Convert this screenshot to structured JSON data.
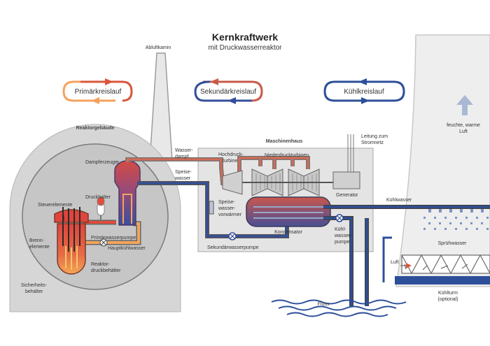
{
  "title": "Kernkraftwerk",
  "subtitle": "mit Druckwasserreaktor",
  "legend": {
    "primary": "Primärkreislauf",
    "secondary": "Sekundärkreislauf",
    "cooling": "Kühlkreislauf"
  },
  "labels": {
    "exhaust_stack": "Abluftkamin",
    "reactor_building": "Reaktorgebäude",
    "steam_generator": "Dampferzeuger",
    "pressurizer": "Druckhalter",
    "control_rods": "Steuerelemente",
    "fuel_line1": "Brenn-",
    "fuel_line2": "elemente",
    "primary_pump": "Primärwasserpumpe",
    "main_cooling_water": "Hauptkühlwasser",
    "rpv_line1": "Reaktor-",
    "rpv_line2": "druckbehälter",
    "containment_line1": "Sicherheits-",
    "containment_line2": "behälter",
    "live_steam_line1": "Wasser-",
    "live_steam_line2": "dampf",
    "feedwater_line1": "Speise-",
    "feedwater_line2": "wasser",
    "machine_house": "Maschinenhaus",
    "hp_turbine_line1": "Hochdruck-",
    "hp_turbine_line2": "turbine",
    "lp_turbines": "Niederdruckturbinen",
    "grid_line1": "Leitung zum",
    "grid_line2": "Stromnetz",
    "generator": "Generator",
    "preheater_line1": "Speise-",
    "preheater_line2": "wasser-",
    "preheater_line3": "vorwärmer",
    "condenser": "Kondensator",
    "cw_pump_line1": "Kühl-",
    "cw_pump_line2": "wasser-",
    "cw_pump_line3": "pumpe",
    "secondary_pump": "Sekundärwasserpumpe",
    "cooling_water": "Kühlwasser",
    "moist_air_line1": "feuchte, warme",
    "moist_air_line2": "Luft",
    "spray_water": "Sprühwasser",
    "air": "Luft",
    "river": "Fluss",
    "cooling_tower_line1": "Kühlturm",
    "cooling_tower_line2": "(optional)"
  },
  "colors": {
    "primary_hot": "#d9573b",
    "primary_cold": "#f4a05a",
    "secondary_hot": "#c85a4a",
    "secondary_cold": "#344e9c",
    "cooling": "#2d4f9a",
    "containment": "#d5d5d5",
    "machine_house": "#e4e4e4",
    "cooling_tower": "#eeeeee"
  }
}
